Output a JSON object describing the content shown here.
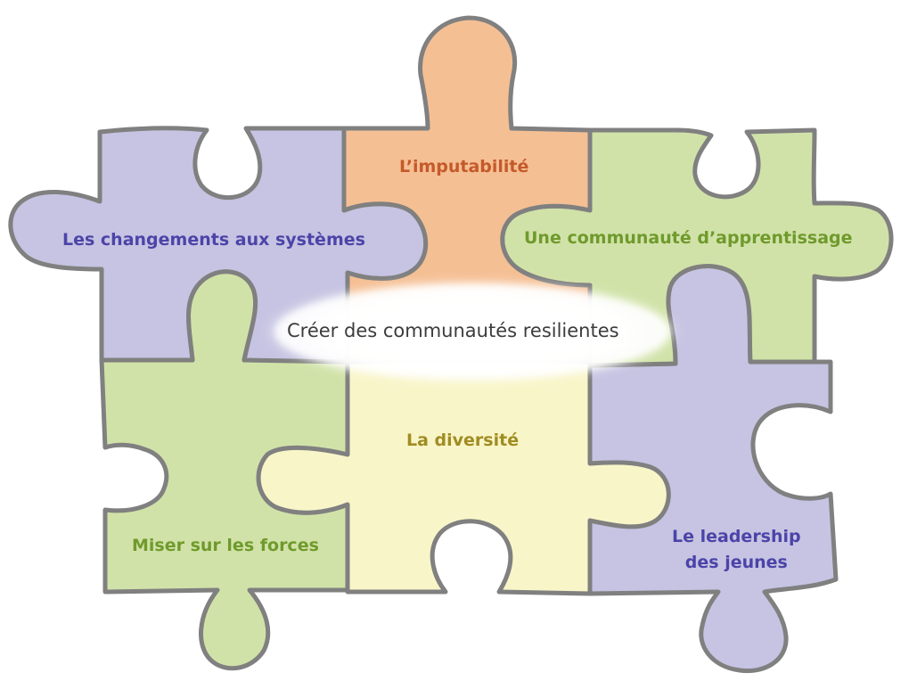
{
  "center": {
    "label": "Créer des communautés resilientes"
  },
  "pieces": {
    "top": {
      "label": "L’imputabilité",
      "color": "#f5bf94",
      "text_color": "#c45a2a"
    },
    "left": {
      "label": "Les changements aux systèmes",
      "color": "#c6c4e2",
      "text_color": "#4c44a8"
    },
    "right": {
      "label": "Une communauté d’apprentissage",
      "color": "#d1e2a8",
      "text_color": "#6f9a2c"
    },
    "middle": {
      "label": "La diversité",
      "color": "#f8f5c8",
      "text_color": "#a08c22"
    },
    "bottom_left": {
      "label": "Miser sur les forces",
      "color": "#d1e2a8",
      "text_color": "#6f9a2c"
    },
    "bottom_right": {
      "line1": "Le leadership",
      "line2": "des jeunes",
      "color": "#c6c4e2",
      "text_color": "#4c44a8"
    }
  },
  "outline_color": "#808080"
}
